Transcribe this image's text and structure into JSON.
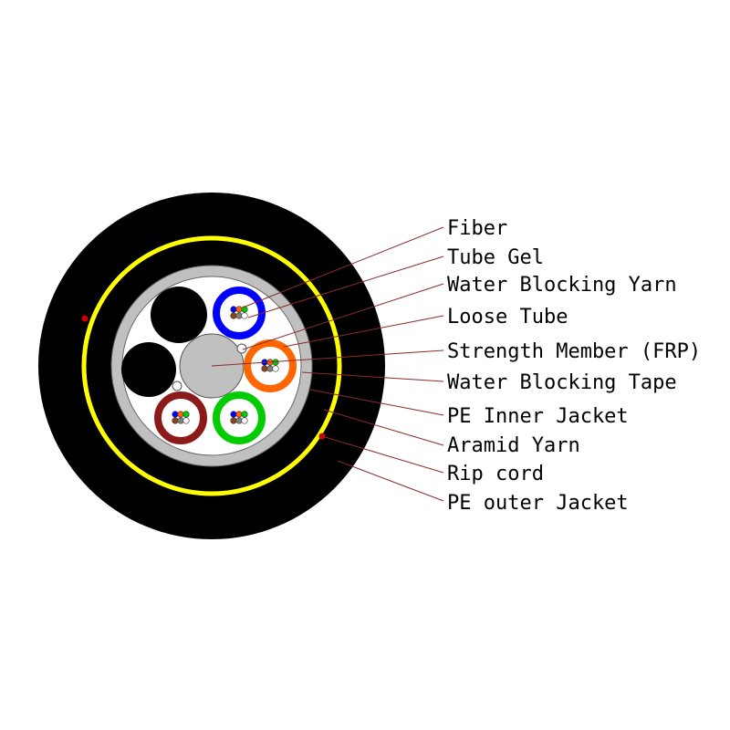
{
  "labels": [
    {
      "key": "fiber",
      "text": "Fiber"
    },
    {
      "key": "tube_gel",
      "text": "Tube Gel"
    },
    {
      "key": "water_blocking_yarn",
      "text": "Water Blocking Yarn"
    },
    {
      "key": "loose_tube",
      "text": "Loose Tube"
    },
    {
      "key": "strength_member",
      "text": "Strength Member (FRP)"
    },
    {
      "key": "water_blocking_tape",
      "text": "Water Blocking Tape"
    },
    {
      "key": "pe_inner_jacket",
      "text": "PE Inner Jacket"
    },
    {
      "key": "aramid_yarn",
      "text": "Aramid Yarn"
    },
    {
      "key": "rip_cord",
      "text": "Rip cord"
    },
    {
      "key": "pe_outer_jacket",
      "text": "PE outer Jacket"
    }
  ],
  "colors": {
    "outer_jacket": "#000000",
    "aramid_yarn": "#ffff00",
    "inner_jacket": "#c0c0c0",
    "core_fill": "#ffffff",
    "strength_member": "#c0c0c0",
    "filler": "#000000",
    "rip_cord": "#cc0000",
    "leader_line": "#8b2a2a",
    "tubes": [
      "#0000ff",
      "#ff6600",
      "#00cc00",
      "#8b1a1a"
    ],
    "fibers": [
      "#0000ff",
      "#ff6600",
      "#00cc00",
      "#8b4513",
      "#808080",
      "#ffffff"
    ]
  },
  "tubes": [
    {
      "name": "tube-blue",
      "color": "#0000ff"
    },
    {
      "name": "tube-orange",
      "color": "#ff6600"
    },
    {
      "name": "tube-green",
      "color": "#00cc00"
    },
    {
      "name": "tube-brown",
      "color": "#8b1a1a"
    }
  ]
}
